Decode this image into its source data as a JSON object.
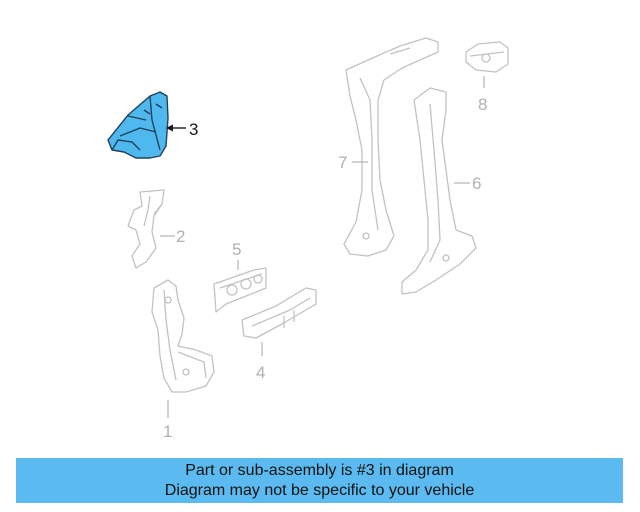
{
  "diagram": {
    "callouts": {
      "p1": "1",
      "p2": "2",
      "p3": "3",
      "p4": "4",
      "p5": "5",
      "p6": "6",
      "p7": "7",
      "p8": "8"
    },
    "highlight_color": "#4fb8ee",
    "highlighted_part": "3"
  },
  "banner": {
    "line1": "Part or sub-assembly is #3 in diagram",
    "line2": "Diagram may not be specific to your vehicle",
    "background_color": "#5bbbf0"
  }
}
